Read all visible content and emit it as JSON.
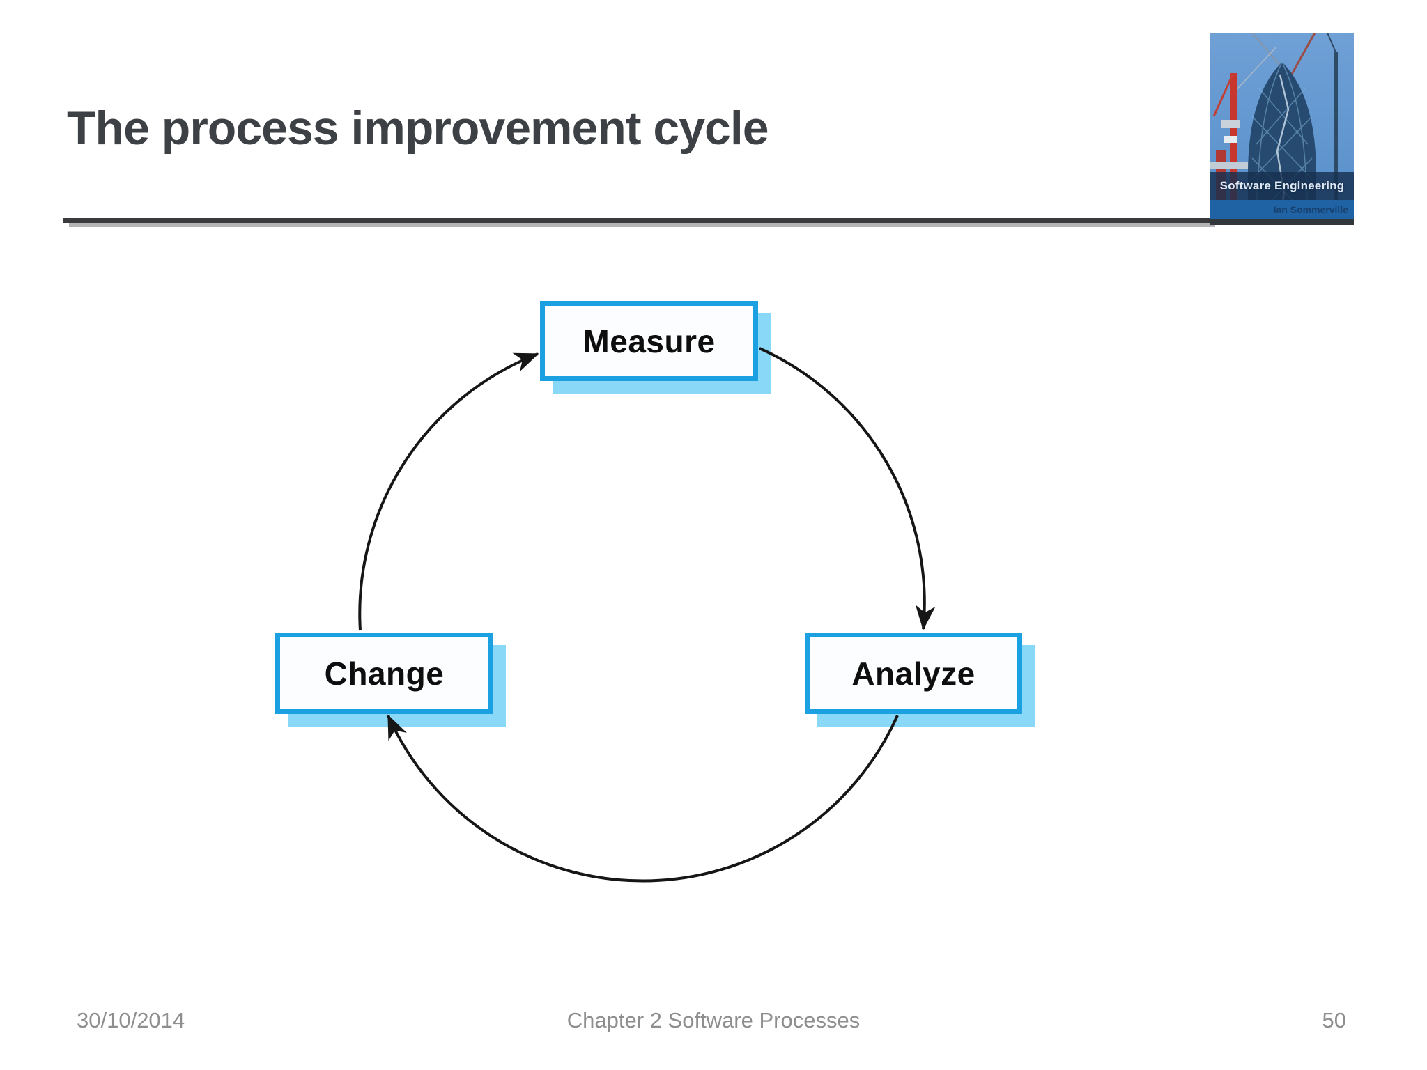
{
  "slide": {
    "title": "The process improvement cycle",
    "footer": {
      "date": "30/10/2014",
      "chapter": "Chapter 2 Software Processes",
      "page": "50"
    },
    "logo": {
      "book_title": "Software Engineering",
      "author": "Ian Sommerville"
    },
    "diagram": {
      "type": "cycle",
      "direction": "clockwise",
      "nodes": [
        {
          "id": "measure",
          "label": "Measure"
        },
        {
          "id": "analyze",
          "label": "Analyze"
        },
        {
          "id": "change",
          "label": "Change"
        }
      ],
      "edges": [
        {
          "from": "change",
          "to": "measure"
        },
        {
          "from": "measure",
          "to": "analyze"
        },
        {
          "from": "analyze",
          "to": "change"
        }
      ]
    },
    "colors": {
      "box_border": "#1ba1e2",
      "box_shadow": "#8ad8f8",
      "box_fill": "#fbfdfe",
      "arrow_line": "#161616",
      "title_text": "#3d4145",
      "footer_text": "#8e8e8e",
      "rule_dark": "#3b3b3d",
      "rule_light": "#b4b4b6"
    }
  }
}
